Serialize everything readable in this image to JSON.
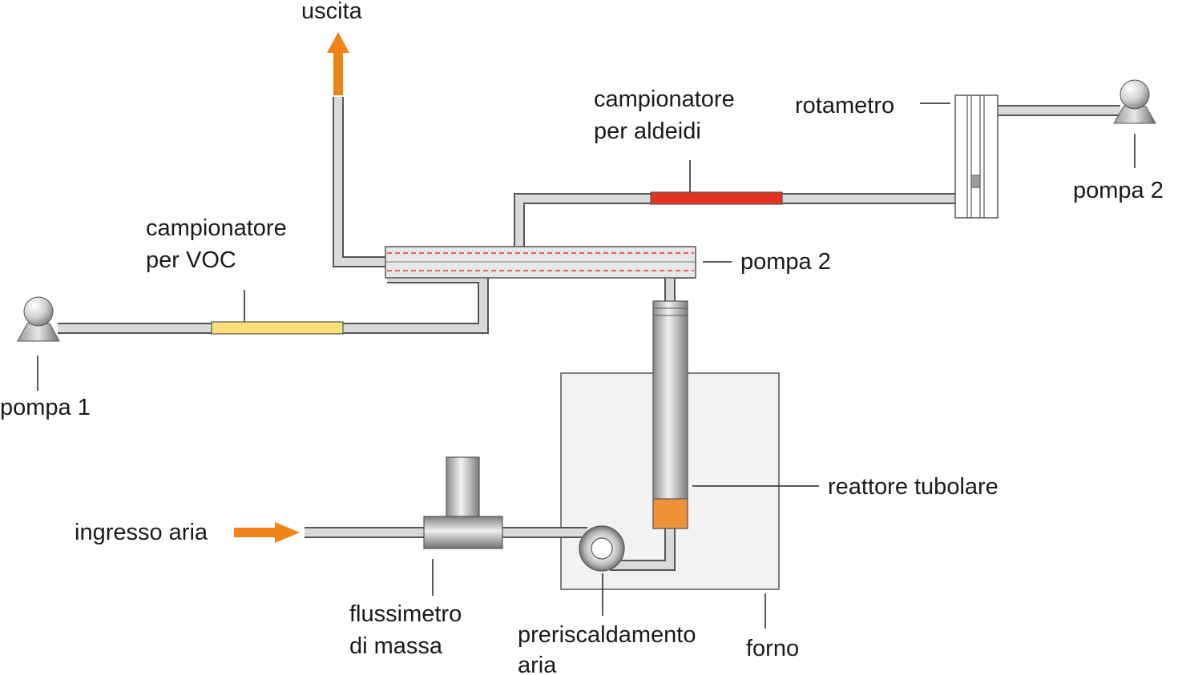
{
  "labels": {
    "uscita": "uscita",
    "campionatore_aldeidi_1": "campionatore",
    "campionatore_aldeidi_2": "per aldeidi",
    "rotametro": "rotametro",
    "pompa2_right": "pompa 2",
    "campionatore_voc_1": "campionatore",
    "campionatore_voc_2": "per VOC",
    "pompa2_middle": "pompa 2",
    "pompa1": "pompa 1",
    "reattore_tubolare": "reattore tubolare",
    "ingresso_aria": "ingresso aria",
    "flussimetro_1": "flussimetro",
    "flussimetro_2": "di massa",
    "preriscaldamento_1": "preriscaldamento",
    "preriscaldamento_2": "aria",
    "forno": "forno"
  },
  "colors": {
    "flow_arrow": "#ee8419",
    "voc_sampler": "#fbe07a",
    "aldehyde_sampler": "#e3341f",
    "reactor_bed": "#f0923a",
    "heat_exchanger_dashes": "#e03a2a",
    "pipe_fill": "#d9dadb",
    "pipe_outline": "#555555"
  }
}
